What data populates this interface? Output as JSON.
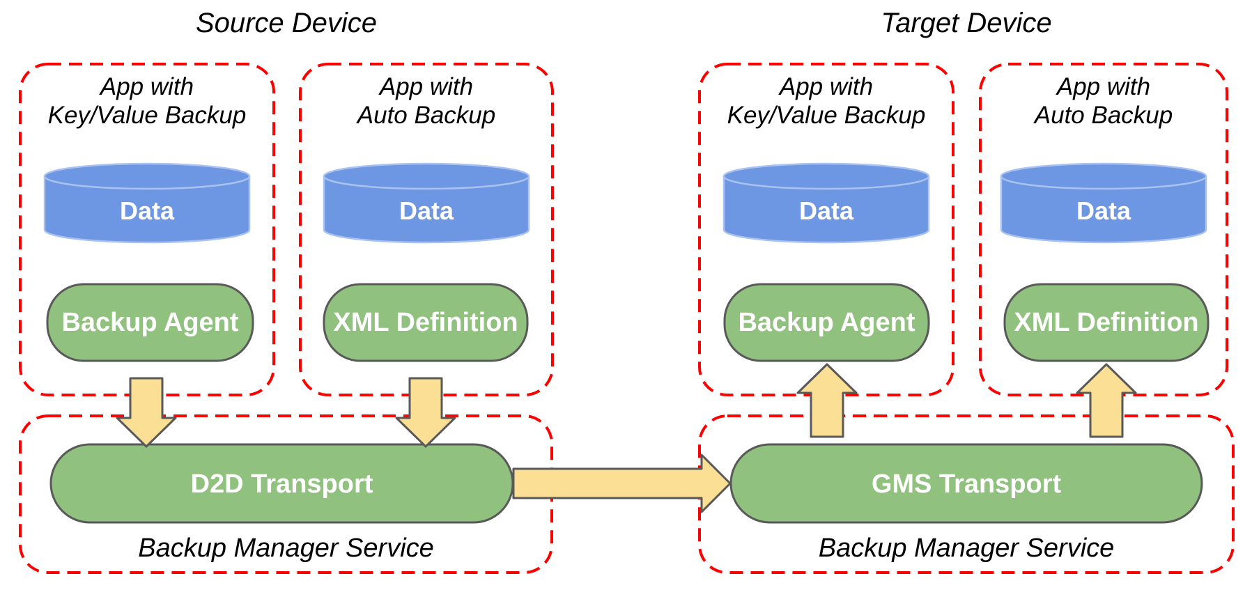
{
  "source": {
    "title": "Source Device",
    "apps": [
      {
        "title": "App with\nKey/Value Backup",
        "data": "Data",
        "component": "Backup Agent"
      },
      {
        "title": "App with\nAuto Backup",
        "data": "Data",
        "component": "XML Definition"
      }
    ],
    "service": {
      "transport": "D2D Transport",
      "label": "Backup Manager Service"
    }
  },
  "target": {
    "title": "Target Device",
    "apps": [
      {
        "title": "App with\nKey/Value Backup",
        "data": "Data",
        "component": "Backup Agent"
      },
      {
        "title": "App with\nAuto Backup",
        "data": "Data",
        "component": "XML Definition"
      }
    ],
    "service": {
      "transport": "GMS Transport",
      "label": "Backup Manager Service"
    }
  },
  "colors": {
    "box_dash": "#ff0000",
    "pill_fill": "#90c17e",
    "pill_stroke": "#595959",
    "cylinder_fill": "#6d96e3",
    "cylinder_stroke": "#aac2f0",
    "arrow_fill": "#fbdf94",
    "arrow_stroke": "#595959",
    "label_dark": "#000000",
    "label_light": "#ffffff"
  }
}
